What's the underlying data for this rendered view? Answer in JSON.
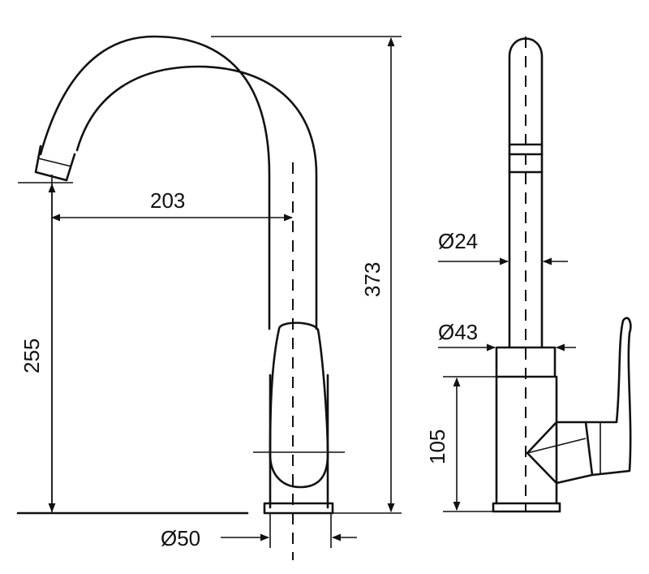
{
  "dimensions": {
    "spout_reach": "203",
    "total_height": "373",
    "spout_height": "255",
    "base_diameter": "Ø50",
    "spout_diameter": "Ø24",
    "body_diameter": "Ø43",
    "body_height": "105"
  }
}
